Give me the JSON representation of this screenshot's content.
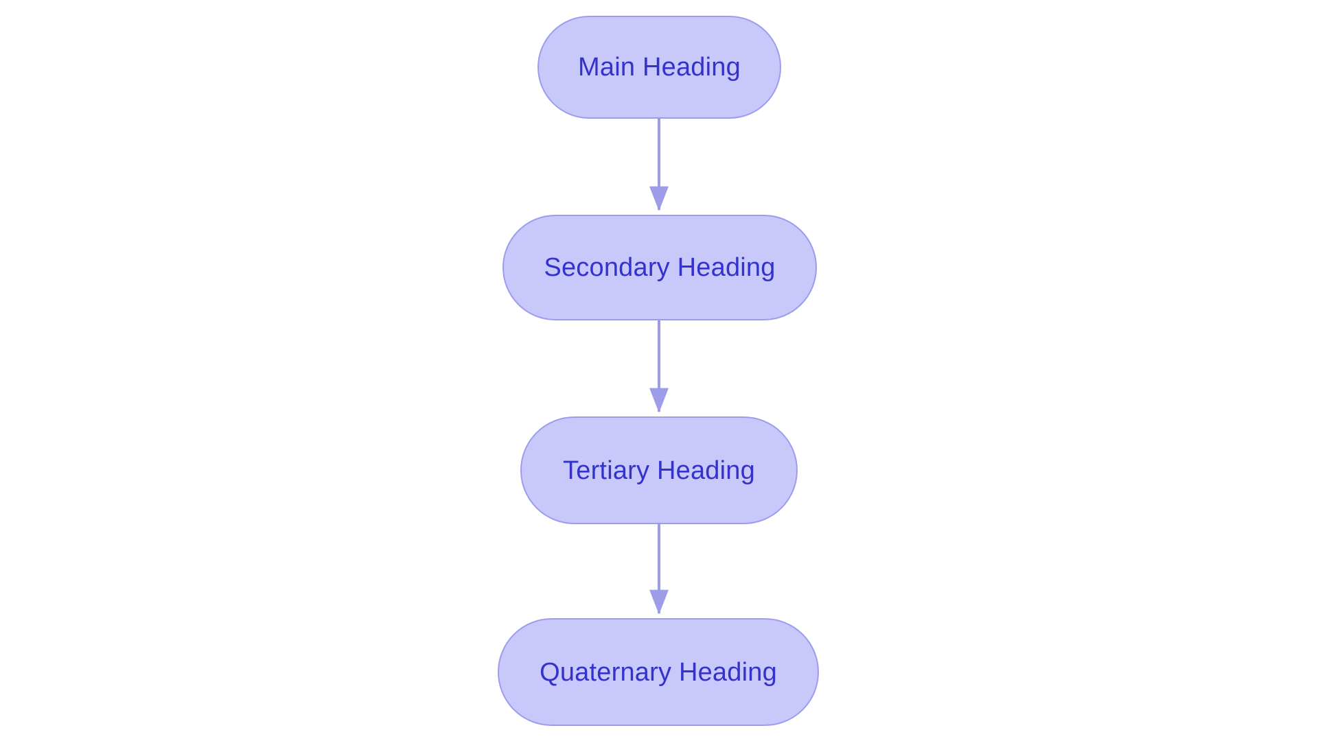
{
  "diagram": {
    "type": "flowchart",
    "orientation": "top-to-bottom",
    "background_color": "#ffffff",
    "node_fill_color": "#c8c8fa",
    "node_border_color": "#9c9cee",
    "node_text_color": "#3333cc",
    "edge_color": "#9c9ce8",
    "node_shape": "stadium",
    "nodes": [
      {
        "id": "main",
        "label": "Main Heading"
      },
      {
        "id": "secondary",
        "label": "Secondary Heading"
      },
      {
        "id": "tertiary",
        "label": "Tertiary Heading"
      },
      {
        "id": "quaternary",
        "label": "Quaternary Heading"
      }
    ],
    "edges": [
      {
        "id": "edge-1",
        "from": "main",
        "to": "secondary",
        "arrow": "arrow-down-icon"
      },
      {
        "id": "edge-2",
        "from": "secondary",
        "to": "tertiary",
        "arrow": "arrow-down-icon"
      },
      {
        "id": "edge-3",
        "from": "tertiary",
        "to": "quaternary",
        "arrow": "arrow-down-icon"
      }
    ]
  }
}
